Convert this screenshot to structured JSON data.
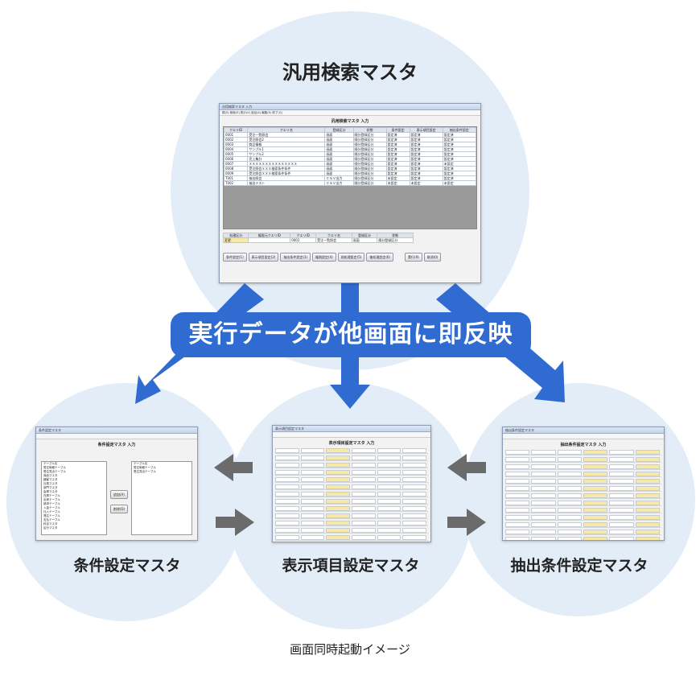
{
  "diagram": {
    "top_title": "汎用検索マスタ",
    "banner": "実行データが他画面に即反映",
    "bottom_left_label": "条件設定マスタ",
    "bottom_center_label": "表示項目設定マスタ",
    "bottom_right_label": "抽出条件設定マスタ",
    "caption": "画面同時起動イメージ"
  },
  "main_window": {
    "titlebar": "汎用検索マスタ 入力",
    "menu": "閉(X)  検索(S)  表示(V)  追加(A)  編集(E)  終了(Q)",
    "form_title": "汎用検索マスタ 入力",
    "columns": [
      "クエリID",
      "クエリ名",
      "登録区分",
      "状態",
      "条件設定",
      "表示項目設定",
      "抽出条件設定"
    ],
    "rows": [
      [
        "0001",
        "受注一覧照会",
        "画面",
        "随分登録区分",
        "設定済",
        "設定済",
        "設定済"
      ],
      [
        "0002",
        "受注照会2",
        "画面",
        "随分登録区分",
        "設定済",
        "設定済",
        "設定済"
      ],
      [
        "0003",
        "商品情報",
        "画面",
        "随分登録区分",
        "設定済",
        "設定済",
        "設定済"
      ],
      [
        "0004",
        "サンプル1",
        "画面",
        "随分登録区分",
        "設定済",
        "設定済",
        "設定済"
      ],
      [
        "0005",
        "サンプル2",
        "画面",
        "随分登録区分",
        "設定済",
        "設定済",
        "設定済"
      ],
      [
        "0006",
        "売上集計",
        "画面",
        "随分登録区分",
        "設定済",
        "設定済",
        "設定済"
      ],
      [
        "0007",
        "ＸＸＸＸＸＸＸＸＸＸＸＸＸＸＸ",
        "画面",
        "随分登録区分",
        "設定済",
        "設定済",
        "未設定"
      ],
      [
        "0008",
        "受注照会ＸＸＸ検索条件条件",
        "画面",
        "随分登録区分",
        "設定済",
        "設定済",
        "設定済"
      ],
      [
        "0009",
        "受注照会ＸＸＸ検索条件条件",
        "画面",
        "随分登録区分",
        "設定済",
        "設定済",
        "設定済"
      ],
      [
        "T001",
        "抽出照会",
        "ＣＳＶ出力",
        "随分登録区分",
        "未設定",
        "設定済",
        "設定済"
      ],
      [
        "T002",
        "抽出テスト",
        "ＣＳＶ出力",
        "随分登録区分",
        "未設定",
        "未設定",
        "未設定"
      ]
    ],
    "bottom_fields": [
      "処理区分",
      "権限元クエリID",
      "クエリID",
      "クエリ名",
      "登録区分",
      "状態"
    ],
    "bottom_values": [
      "変更",
      "",
      "0001",
      "受注一覧照会",
      "画面",
      "随分登録区分"
    ],
    "buttons": [
      "条件設定(1)",
      "表示項目設定(2)",
      "抽出条件設定(3)",
      "権限設定(4)",
      "前処理設定(5)",
      "後処理設定(6)",
      "実行(9)",
      "取消(0)"
    ]
  },
  "left_window": {
    "titlebar": "条件設定マスタ",
    "form_title": "条件設定マスタ 入力",
    "list_left": [
      "テーブル名",
      "受注明細テーブル",
      "受注見出テーブル",
      "商品マスタ",
      "顧客マスタ",
      "社員マスタ",
      "部門マスタ",
      "倉庫マスタ",
      "在庫テーブル",
      "出荷テーブル",
      "請求テーブル",
      "入金テーブル",
      "仕入テーブル",
      "発注テーブル",
      "支払テーブル",
      "科目マスタ",
      "区分マスタ"
    ],
    "list_right": [
      "テーブル名",
      "受注明細テーブル",
      "受注見出テーブル"
    ],
    "btn_add": "追加(A)",
    "btn_del": "削除(D)"
  },
  "center_window": {
    "titlebar": "表示項目設定マスタ",
    "form_title": "表示項目設定マスタ 入力"
  },
  "right_window": {
    "titlebar": "抽出条件設定マスタ",
    "form_title": "抽出条件設定マスタ 入力"
  }
}
